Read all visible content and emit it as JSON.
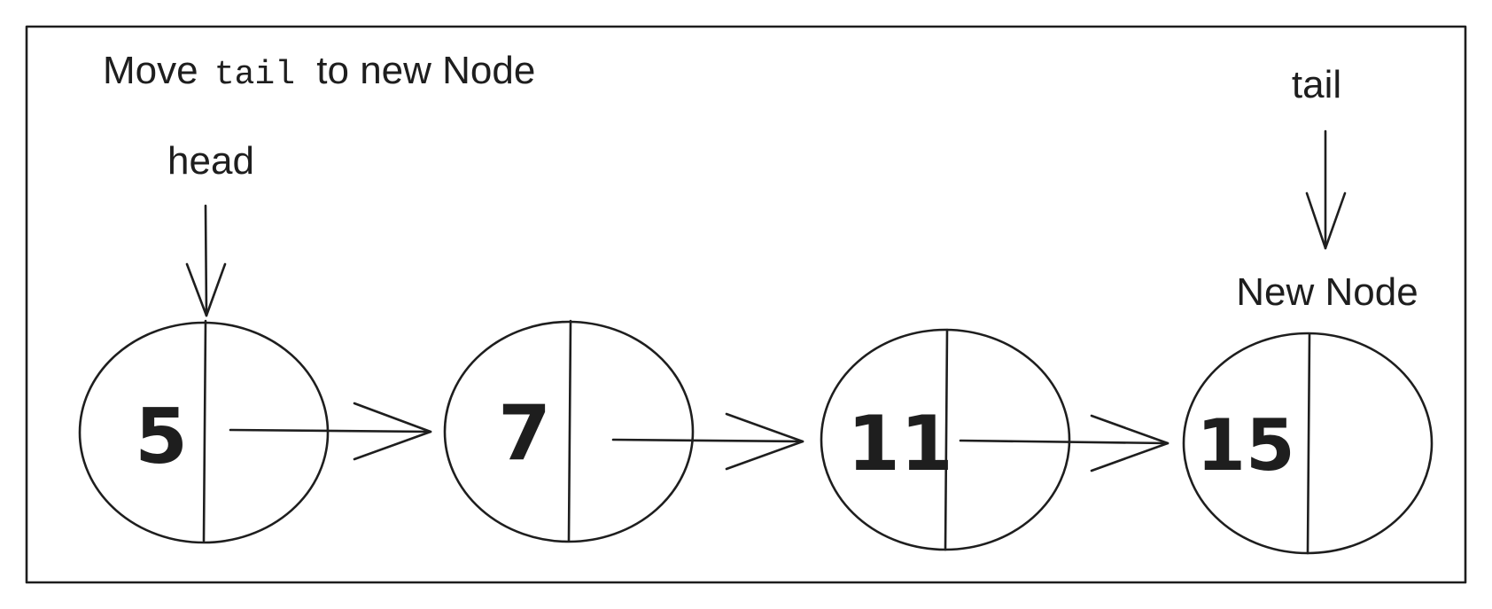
{
  "title": {
    "prefix": "Move ",
    "code": "tail",
    "suffix": " to new Node"
  },
  "pointers": {
    "head": "head",
    "tail": "tail"
  },
  "new_node_label": "New Node",
  "nodes": [
    {
      "value": "5"
    },
    {
      "value": "7"
    },
    {
      "value": "11"
    },
    {
      "value": "15"
    }
  ],
  "colors": {
    "ink": "#1e1e1e",
    "background": "#ffffff"
  }
}
